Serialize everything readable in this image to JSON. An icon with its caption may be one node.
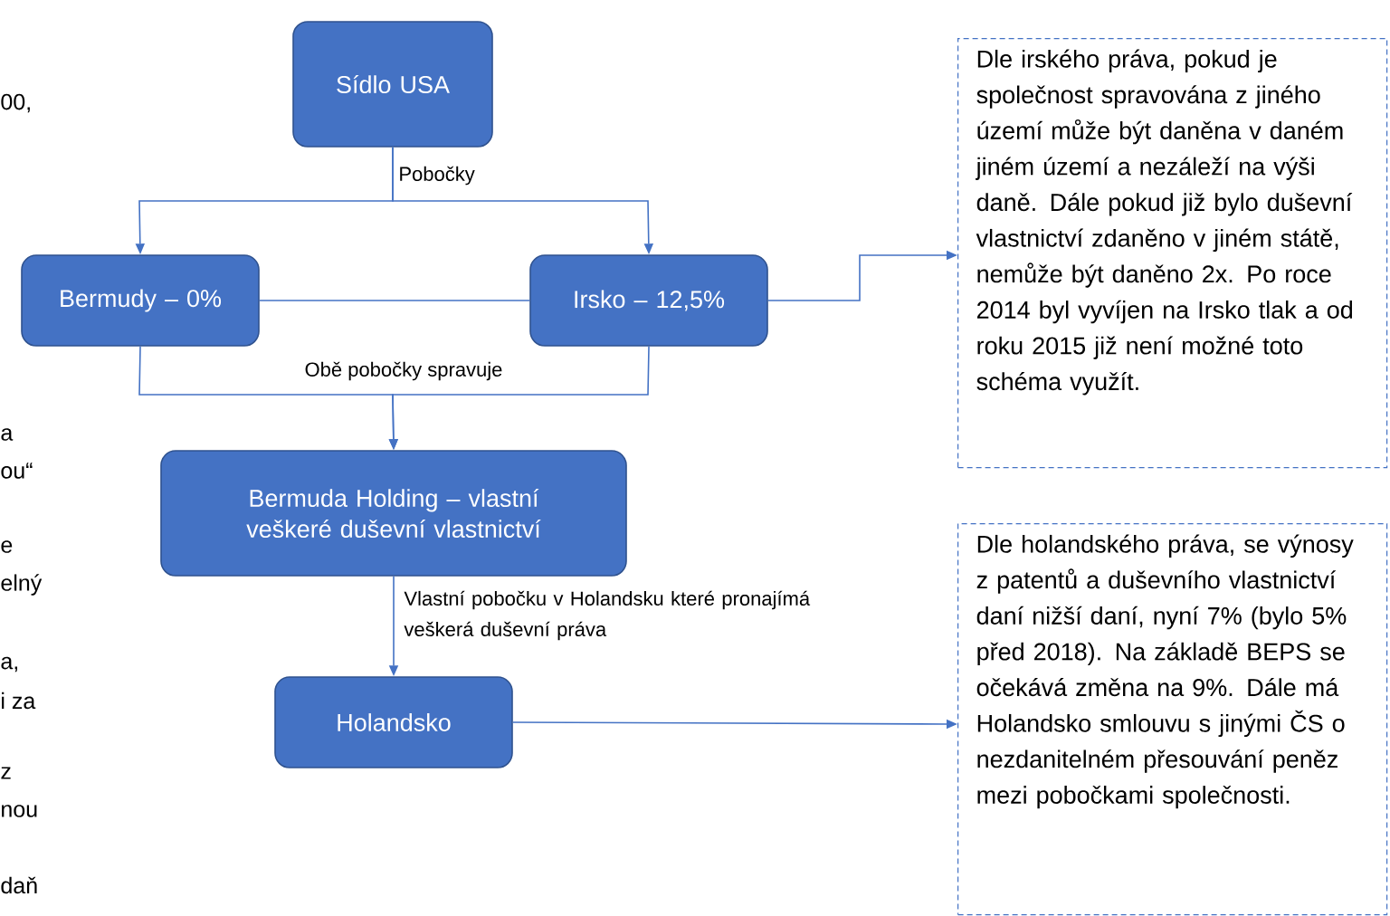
{
  "diagram": {
    "nodes": [
      {
        "text": [
          "Sídlo USA"
        ]
      },
      {
        "text": [
          "Bermudy – 0%"
        ]
      },
      {
        "text": [
          "Irsko – 12,5%"
        ]
      },
      {
        "text": [
          "Bermuda Holding – vlastní veškeré duševní vlastnictví"
        ]
      },
      {
        "text": [
          "Holandsko"
        ]
      },
      {
        "text": [
          "Dle irského práva, pokud je společnost spravována z jiného území může být daněna v daném jiném území a nezáleží na výši daně. Dále pokud již bylo duševní vlastnictví zdaněno v jiném státě, nemůže být daněno 2x. Po roce 2014 byl vyvíjen na Irsko tlak a od roku 2015 již není možné toto schéma využít."
        ]
      },
      {
        "text": [
          "Dle holandského práva, se výnosy z patentů a duševního vlastnictví daní nižší daní, nyní 7% (bylo 5% před 2018). Na základě BEPS se očekává změna na 9%. Dále má Holandsko smlouvu s jinými ČS o nezdanitelném přesouvání peněz mezi pobočkami společnosti."
        ]
      }
    ],
    "edges": [
      {
        "from": 0,
        "to": 1,
        "arrow": "to",
        "label": "Pobočky"
      },
      {
        "from": 0,
        "to": 2,
        "arrow": "to"
      },
      {
        "from": 1,
        "to": 2,
        "arrow": "none"
      },
      {
        "from": 1,
        "to": 3,
        "arrow": "to",
        "label": "Obě pobočky spravuje"
      },
      {
        "from": 2,
        "to": 3,
        "arrow": "to"
      },
      {
        "from": 2,
        "to": 5,
        "arrow": "to"
      },
      {
        "from": 3,
        "to": 4,
        "arrow": "to",
        "label": "Vlastní pobočku v Holandsku které pronajímá veškerá duševní práva"
      },
      {
        "from": 4,
        "to": 6,
        "arrow": "to"
      }
    ],
    "labels": [
      "00,",
      "a",
      "ou“",
      "e",
      "elný",
      "a,",
      "i za",
      "z",
      "nou",
      "daň"
    ]
  }
}
